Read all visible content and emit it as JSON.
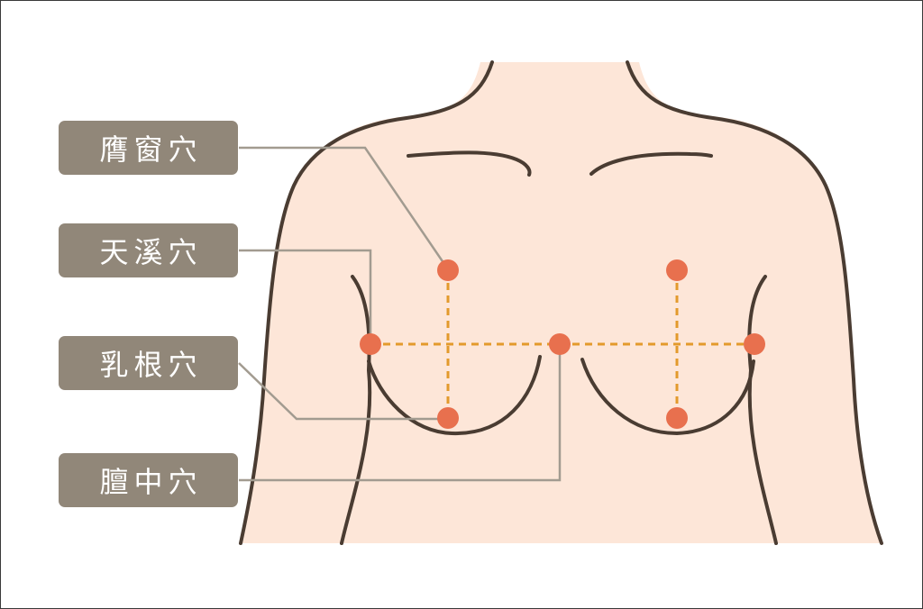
{
  "labels": {
    "yingchuang": "膺窗穴",
    "tianxi": "天溪穴",
    "rugen": "乳根穴",
    "danzhong": "膻中穴"
  },
  "colors": {
    "skin": "#fde6d8",
    "outline": "#4a3c32",
    "point": "#e8704e",
    "dashed_guide": "#e39a2c",
    "label_bg": "#918779",
    "leader_line": "#a29b90"
  }
}
